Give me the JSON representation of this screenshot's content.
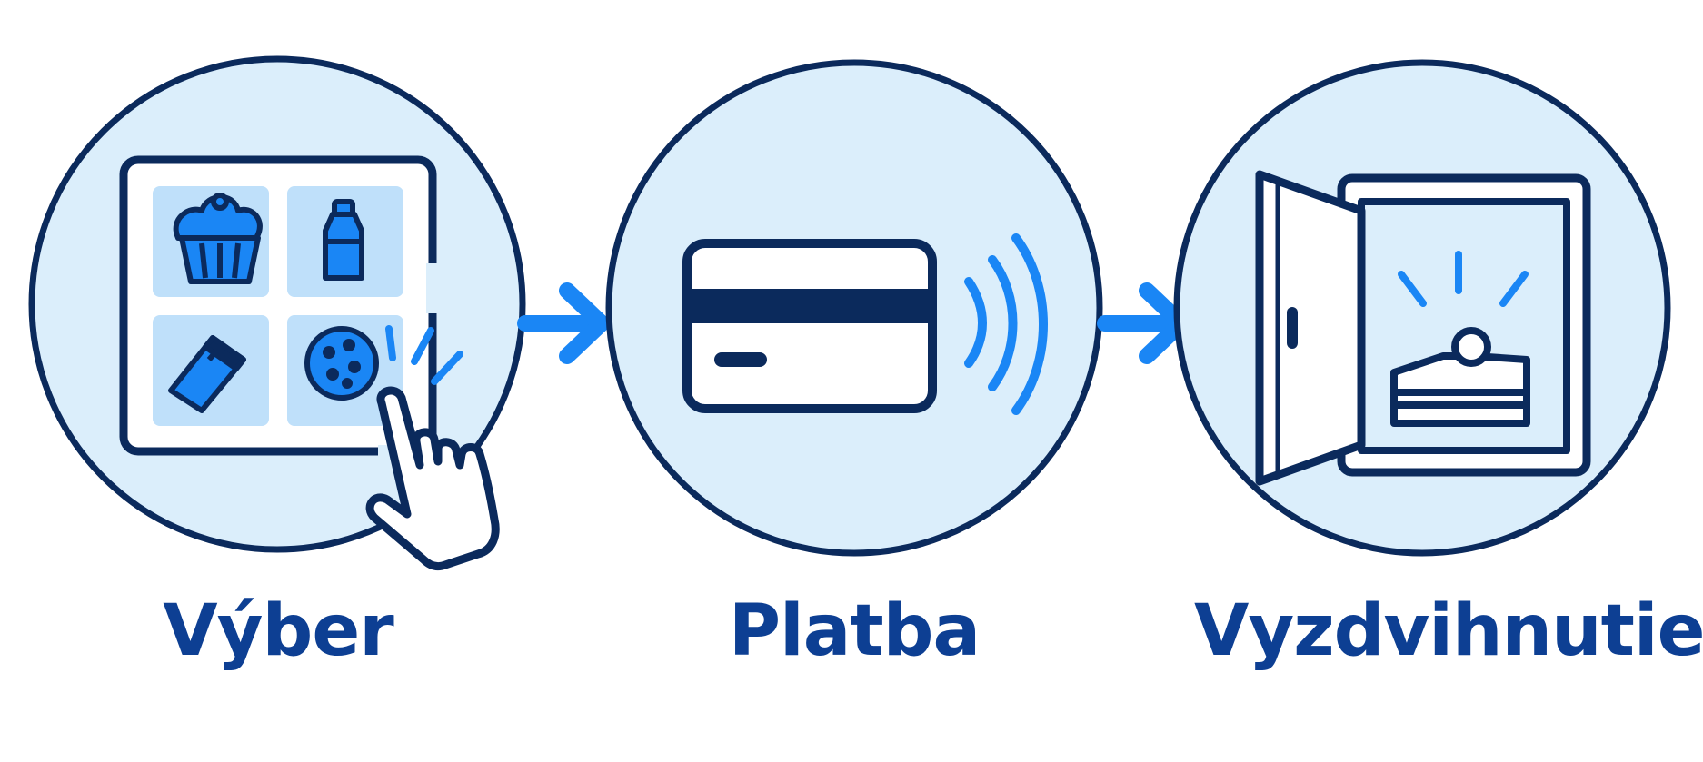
{
  "steps": [
    {
      "id": "select",
      "label": "Výber"
    },
    {
      "id": "pay",
      "label": "Platba"
    },
    {
      "id": "pickup",
      "label": "Vyzdvihnutie"
    }
  ],
  "colors": {
    "outline": "#0b2a5c",
    "circle_fill": "#dbeefb",
    "accent_blue": "#1a86f5",
    "tile_fill": "#bfe0fa",
    "label_text": "#0d3f93",
    "white": "#ffffff"
  },
  "icons": {
    "step_1": [
      "vending-machine-grid-icon",
      "cupcake-icon",
      "bottle-icon",
      "chocolate-bar-icon",
      "cookie-icon",
      "tapping-hand-icon"
    ],
    "step_2": [
      "credit-card-icon",
      "contactless-waves-icon"
    ],
    "step_3": [
      "open-locker-door-icon",
      "package-icon",
      "highlight-rays-icon"
    ]
  }
}
